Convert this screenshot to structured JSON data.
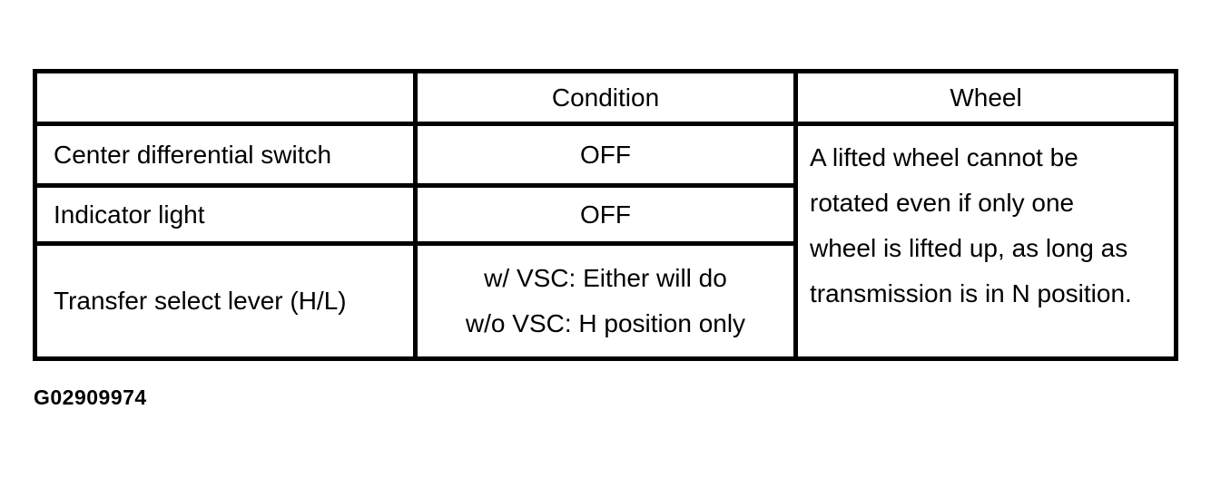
{
  "page": {
    "background_color": "#ffffff",
    "text_color": "#000000",
    "border_color": "#000000"
  },
  "figure": {
    "id": "G02909974"
  },
  "table": {
    "headers": {
      "item": "",
      "condition": "Condition",
      "wheel": "Wheel"
    },
    "rows": [
      {
        "item": "Center differential switch",
        "condition": "OFF"
      },
      {
        "item": "Indicator light",
        "condition": "OFF"
      },
      {
        "item": "Transfer select lever (H/L)",
        "condition_lines": [
          "w/ VSC: Either will do",
          "w/o VSC: H position only"
        ]
      }
    ],
    "wheel_note": "A lifted wheel cannot be rotated even if only one wheel is lifted up, as long as transmission is in N position."
  }
}
